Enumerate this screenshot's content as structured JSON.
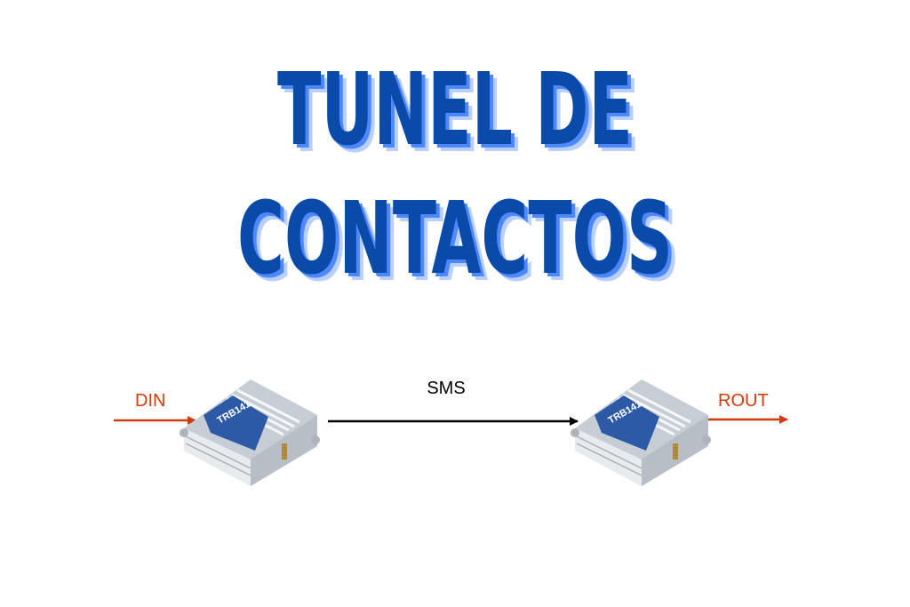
{
  "title": {
    "line1": "TUNEL DE",
    "line2": "CONTACTOS"
  },
  "colors": {
    "title": "#0a4aa8",
    "shadow1": "#4d88ff",
    "shadow2": "#b8cfff",
    "io_arrow": "#d13b0c",
    "sms_arrow": "#000000",
    "device_label": "#2d5aa6"
  },
  "diagram": {
    "input_label": "DIN",
    "output_label": "ROUT",
    "link_label": "SMS",
    "devices": [
      {
        "model": "TRB141"
      },
      {
        "model": "TRB141"
      }
    ]
  }
}
